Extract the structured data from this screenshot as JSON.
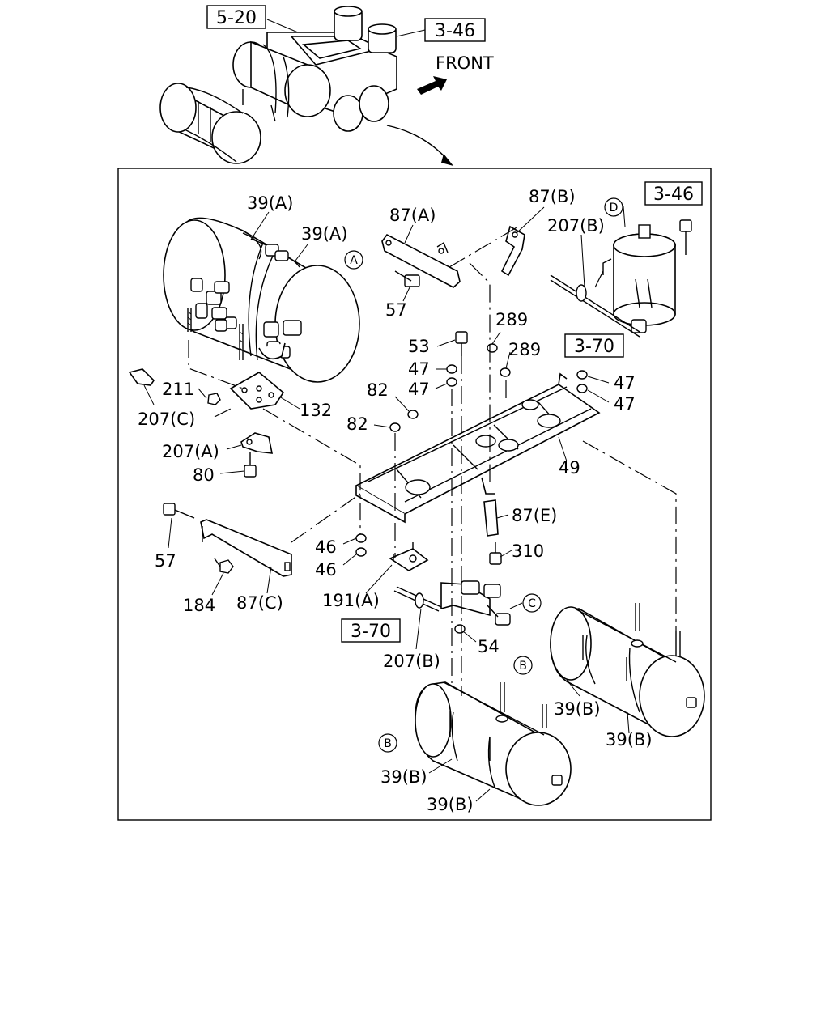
{
  "refs": {
    "top_5_20": "5-20",
    "top_3_46": "3-46",
    "front": "FRONT",
    "inner_3_46": "3-46",
    "ref_3_70_upper": "3-70",
    "ref_3_70_lower": "3-70"
  },
  "callouts": {
    "A": "A",
    "B1": "B",
    "B2": "B",
    "C": "C",
    "D": "D"
  },
  "labels": {
    "l39A_1": "39(A)",
    "l39A_2": "39(A)",
    "l87A": "87(A)",
    "l87B": "87(B)",
    "l207B_top": "207(B)",
    "l57_top": "57",
    "l289_1": "289",
    "l289_2": "289",
    "l53": "53",
    "l47_1": "47",
    "l47_2": "47",
    "l47_3": "47",
    "l47_4": "47",
    "l211": "211",
    "l207C": "207(C)",
    "l132": "132",
    "l82_1": "82",
    "l82_2": "82",
    "l207A": "207(A)",
    "l80": "80",
    "l49": "49",
    "l87E": "87(E)",
    "l57_left": "57",
    "l46_1": "46",
    "l46_2": "46",
    "l310": "310",
    "l184": "184",
    "l87C": "87(C)",
    "l191A": "191(A)",
    "l54": "54",
    "l207B_bot": "207(B)",
    "l39B_1": "39(B)",
    "l39B_2": "39(B)",
    "l39B_3": "39(B)",
    "l39B_4": "39(B)"
  }
}
